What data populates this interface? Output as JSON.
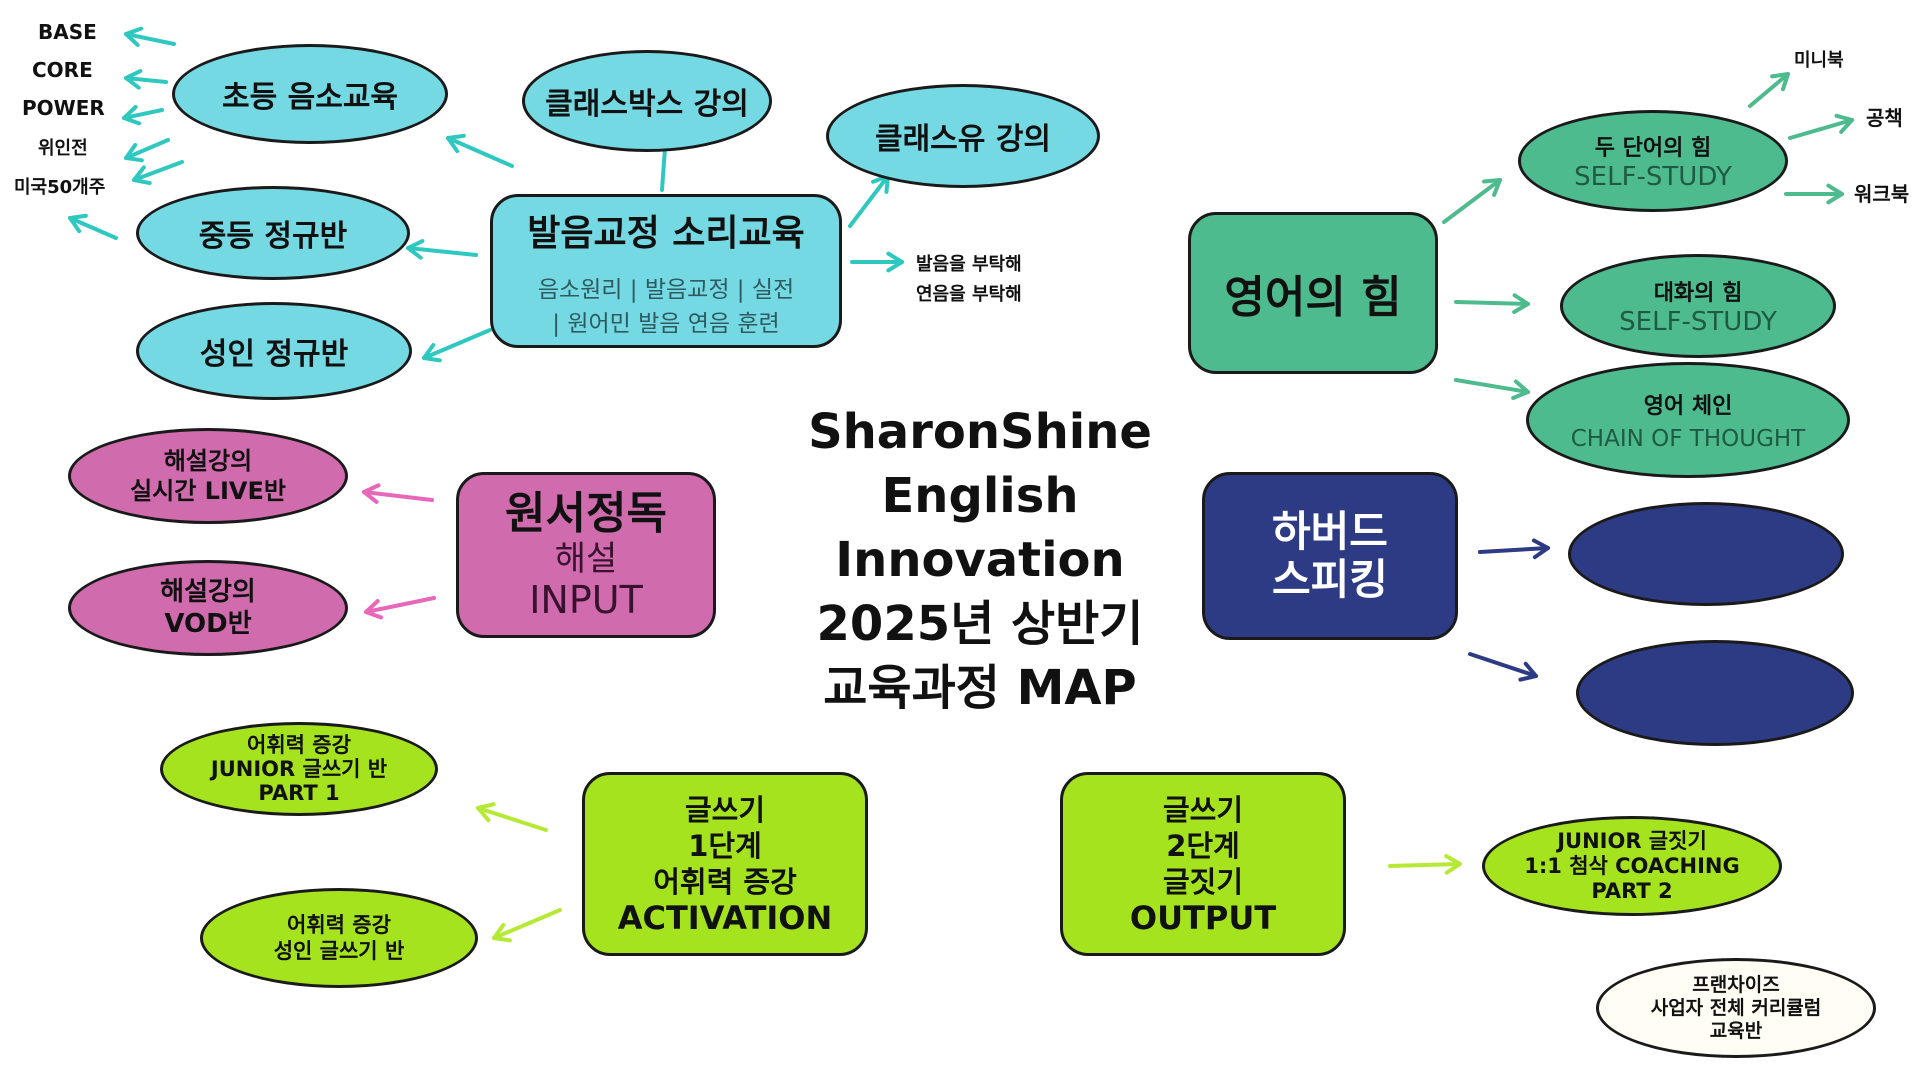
{
  "title": [
    "SharonShine",
    "English",
    "Innovation",
    "2025년 상반기",
    "교육과정 MAP"
  ],
  "pronunciation": {
    "center": {
      "title": "발음교정 소리교육",
      "subtitle_1": "음소원리 | 발음교정 | 실전",
      "subtitle_2": "| 원어민 발음 연음 훈련"
    },
    "classbox": "클래스박스 강의",
    "classu": "클래스유 강의",
    "elementary": "초등 음소교육",
    "middle": "중등 정규반",
    "adult": "성인 정규반",
    "levels": [
      "BASE",
      "CORE",
      "POWER",
      "위인전",
      "미국50개주"
    ],
    "requests": [
      "발음을 부탁해",
      "연음을 부탁해"
    ]
  },
  "power": {
    "center": "영어의 힘",
    "two_words": {
      "title": "두 단어의 힘",
      "sub": "SELF-STUDY"
    },
    "conversation": {
      "title": "대화의 힘",
      "sub": "SELF-STUDY"
    },
    "chain": {
      "title": "영어 체인",
      "sub": "CHAIN OF THOUGHT"
    },
    "books": [
      "미니북",
      "공책",
      "워크북"
    ]
  },
  "reading": {
    "center_title": "원서정독",
    "center_sub_1": "해설",
    "center_sub_2": "INPUT",
    "live": [
      "해설강의",
      "실시간 LIVE반"
    ],
    "vod": [
      "해설강의",
      "VOD반"
    ]
  },
  "harvard": {
    "title_1": "하버드",
    "title_2": "스피킹"
  },
  "writing1": {
    "center": [
      "글쓰기",
      "1단계",
      "어휘력 증강",
      "ACTIVATION"
    ],
    "junior": [
      "어휘력  증강",
      "JUNIOR 글쓰기 반",
      "PART 1"
    ],
    "adult": [
      "어휘력  증강",
      "성인 글쓰기 반"
    ]
  },
  "writing2": {
    "center": [
      "글쓰기",
      "2단계",
      "글짓기",
      "OUTPUT"
    ],
    "coaching": [
      "JUNIOR 글짓기",
      "1:1 첨삭 COACHING",
      "PART 2"
    ]
  },
  "franchise": [
    "프랜차이즈",
    "사업자 전체 커리큘럼",
    "교육반"
  ],
  "colors": {
    "cyan": "#74d9e3",
    "cyan_arrow": "#2ec8c0",
    "teal": "#4dbb8e",
    "teal_arrow": "#4dbb8e",
    "pink": "#d06bad",
    "pink_arrow": "#e767b8",
    "navy": "#2d3b85",
    "navy_arrow": "#2d3b85",
    "lime": "#a6e31f",
    "lime_arrow": "#b5ea34"
  }
}
